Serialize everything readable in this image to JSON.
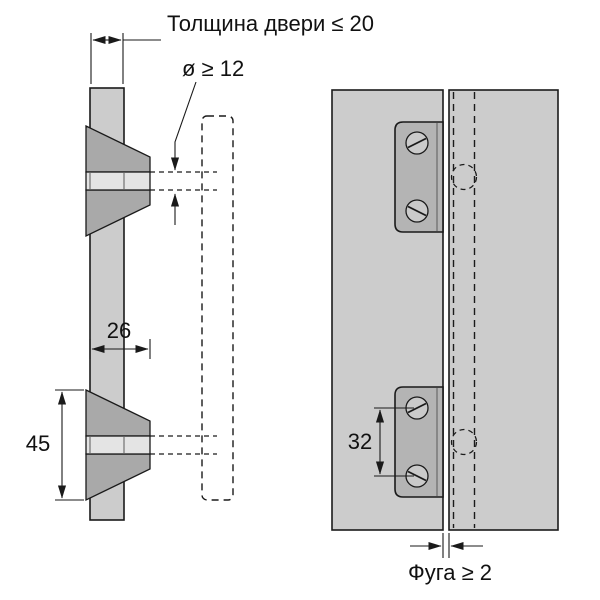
{
  "labels": {
    "door_thickness": "Толщина двери  ≤ 20",
    "hole_diameter": "ø ≥ 12",
    "offset_26": "26",
    "height_45": "45",
    "spacing_32": "32",
    "gap": "Фуга ≥ 2"
  },
  "colors": {
    "background": "#ffffff",
    "panel": "#cccccc",
    "hinge": "#a9a9a9",
    "pin_band": "#e4e4e4",
    "plate": "#b4b4b4",
    "screw": "#cacaca",
    "line": "#1a1a1a"
  }
}
